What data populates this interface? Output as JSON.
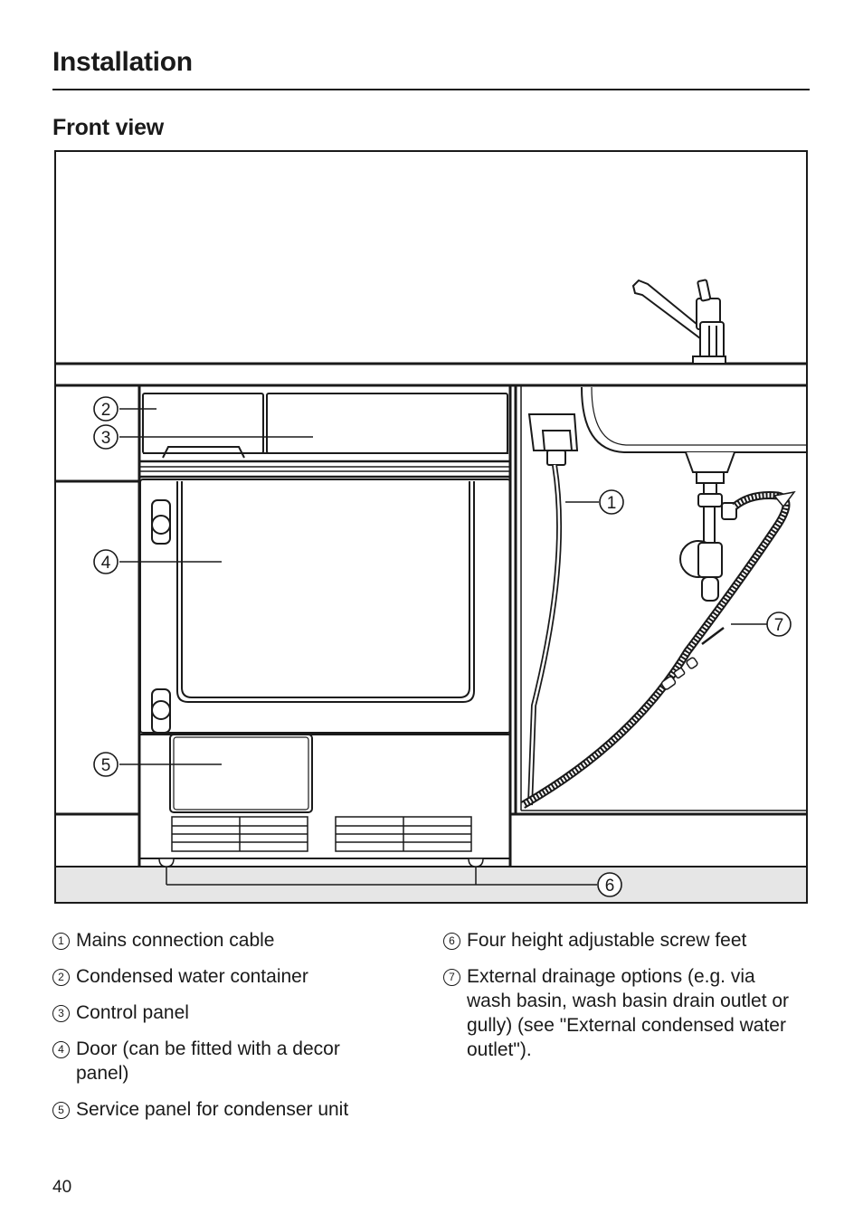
{
  "header": {
    "title": "Installation"
  },
  "section": {
    "title": "Front view"
  },
  "figure": {
    "callouts": [
      "1",
      "2",
      "3",
      "4",
      "5",
      "6",
      "7"
    ]
  },
  "legend": {
    "left": [
      {
        "num": "1",
        "text": "Mains connection cable"
      },
      {
        "num": "2",
        "text": "Condensed water container"
      },
      {
        "num": "3",
        "text": "Control panel"
      },
      {
        "num": "4",
        "text": "Door (can be fitted with a decor panel)"
      },
      {
        "num": "5",
        "text": "Service panel for condenser unit"
      }
    ],
    "right": [
      {
        "num": "6",
        "text": "Four height adjustable screw feet"
      },
      {
        "num": "7",
        "text": "External drainage options (e.g. via wash basin, wash basin drain outlet or gully) (see \"External condensed water outlet\")."
      }
    ]
  },
  "footer": {
    "page_number": "40"
  }
}
